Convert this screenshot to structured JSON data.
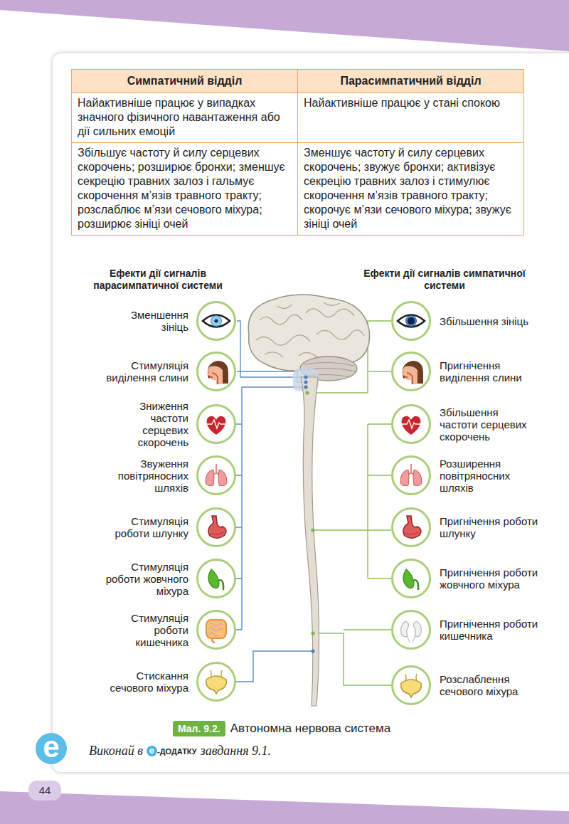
{
  "diagram": {
    "caption": "Автономна нервова система",
    "nodes": [
      {
        "text": [
          "Зменшення зініць"
        ]
      },
      {
        "text": [
          "Стимуляція виділення слини"
        ]
      },
      {
        "text": [
          "Зниження частоти серцевих скорочень"
        ]
      },
      {
        "text": [
          "Звуження повітряносних шляхів"
        ]
      },
      {
        "text": [
          "Стимуляція роботи шлунку"
        ]
      },
      {
        "text": [
          "Стимуляція роботи жовчного міхура"
        ]
      },
      {
        "text": [
          "Стимуляція роботи кишечника"
        ]
      },
      {
        "text": [
          "Стискання сечового міхура"
        ]
      },
      {
        "text": [
          "Збільшення зініць"
        ]
      },
      {
        "text": [
          "Пригнічення виділення слини"
        ]
      },
      {
        "text": [
          "Збільшення частоти серцевих скорочень"
        ]
      },
      {
        "text": [
          "Розширення повітряносних шляхів"
        ]
      },
      {
        "text": [
          "Пригнічення роботи шлунку"
        ]
      },
      {
        "text": [
          "Пригнічення роботи жовчного міхура"
        ]
      },
      {
        "text": [
          "Пригнічення роботи кишечника"
        ]
      },
      {
        "text": [
          "Розслаблення сечового міхура"
        ]
      }
    ],
    "labels": [
      "Симпатичний відділ",
      "Парасимпатичний відділ",
      "Найактивніше працює у випадках значного фізичного навантаження або дії сильних емоцій",
      "Найактивніше працює у стані спокою",
      "Збільшує частоту й силу серцевих скорочень; розширює бронхи; зменшує секрецію травних залоз і гальмує скорочення м’язів травного тракту; розслаблює м’язи сечового міхура; розширює зініці очей",
      "Зменшує частоту й силу серцевих скорочень; звужує бронхи; активізує секрецію травних залоз і стимулює скорочення м’язів травного тракту; скорочує м’язи сечового міхура; звужує зініці очей",
      "Ефекти дії сигналів парасимпатичної системи",
      "Ефекти дії сигналів симпатичної системи",
      "Мал. 9.2.",
      "e",
      "Виконай в",
      "e",
      "-ДОДАТКУ",
      "завдання 9.1.",
      "44"
    ]
  }
}
